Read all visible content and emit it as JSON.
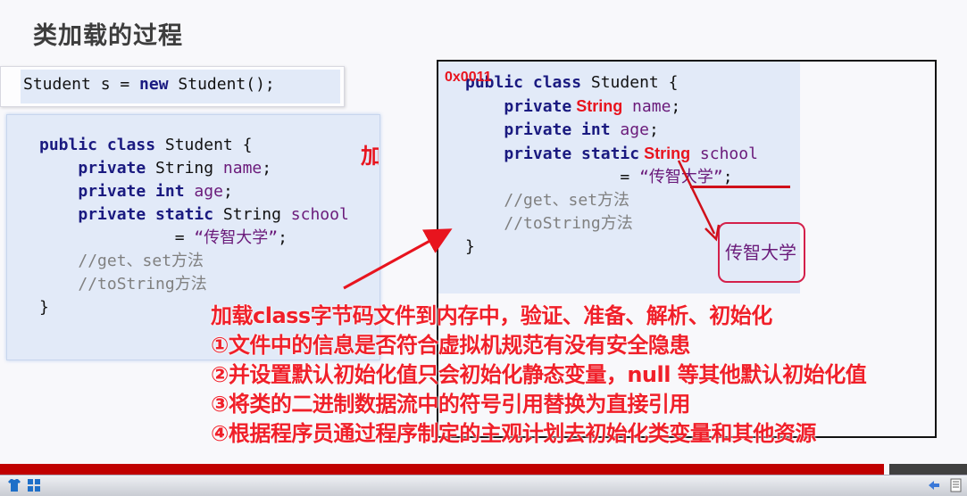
{
  "slide": {
    "title": "类加载的过程"
  },
  "new_statement": {
    "prefix": "Student s = ",
    "keyword": "new",
    "suffix": " Student();"
  },
  "left_code": {
    "line1_kw": "public class",
    "line1_rest": " Student {",
    "line2_kw": "private",
    "line2_type": " String ",
    "line2_field": "name",
    "line2_end": ";",
    "line3_kw": "private int",
    "line3_field": " age",
    "line3_end": ";",
    "line4_kw": "private static",
    "line4_type": " String ",
    "line4_field": "school",
    "line5_eq": "= ",
    "line5_str": "“传智大学”",
    "line5_end": ";",
    "comment1": "//get、set方法",
    "comment2": "//toString方法",
    "close": "}",
    "partial_overlay": "加"
  },
  "right_code": {
    "address": "0x0011",
    "line1_kw": "public class",
    "line1_rest": " Student {",
    "line2_kw": "private",
    "line2_type": " String",
    "line2_field": " name",
    "line2_end": ";",
    "line3_kw": "private int",
    "line3_field": " age",
    "line3_end": ";",
    "line4_kw": "private static",
    "line4_type": " String",
    "line4_field": " school",
    "line5_eq": "= ",
    "line5_str": "“传智大学”",
    "line5_end": ";",
    "comment1": "//get、set方法",
    "comment2": "//toString方法",
    "close": "}",
    "school_value": "传智大学"
  },
  "steps": [
    "加载class字节码文件到内存中，验证、准备、解析、初始化",
    "①文件中的信息是否符合虚拟机规范有没有安全隐患",
    "②并设置默认初始化值只会初始化静态变量，null 等其他默认初始化值",
    "③将类的二进制数据流中的符号引用替换为直接引用",
    "④根据程序员通过程序制定的主观计划去初始化类变量和其他资源"
  ],
  "colors": {
    "accent_red": "#e8141e",
    "code_bg": "#e2eaf8",
    "progress_bar": "#c00000"
  },
  "taskbar": {
    "icons": [
      "shirt-icon",
      "tiles-icon",
      "back-arrow-icon",
      "notes-icon"
    ]
  }
}
